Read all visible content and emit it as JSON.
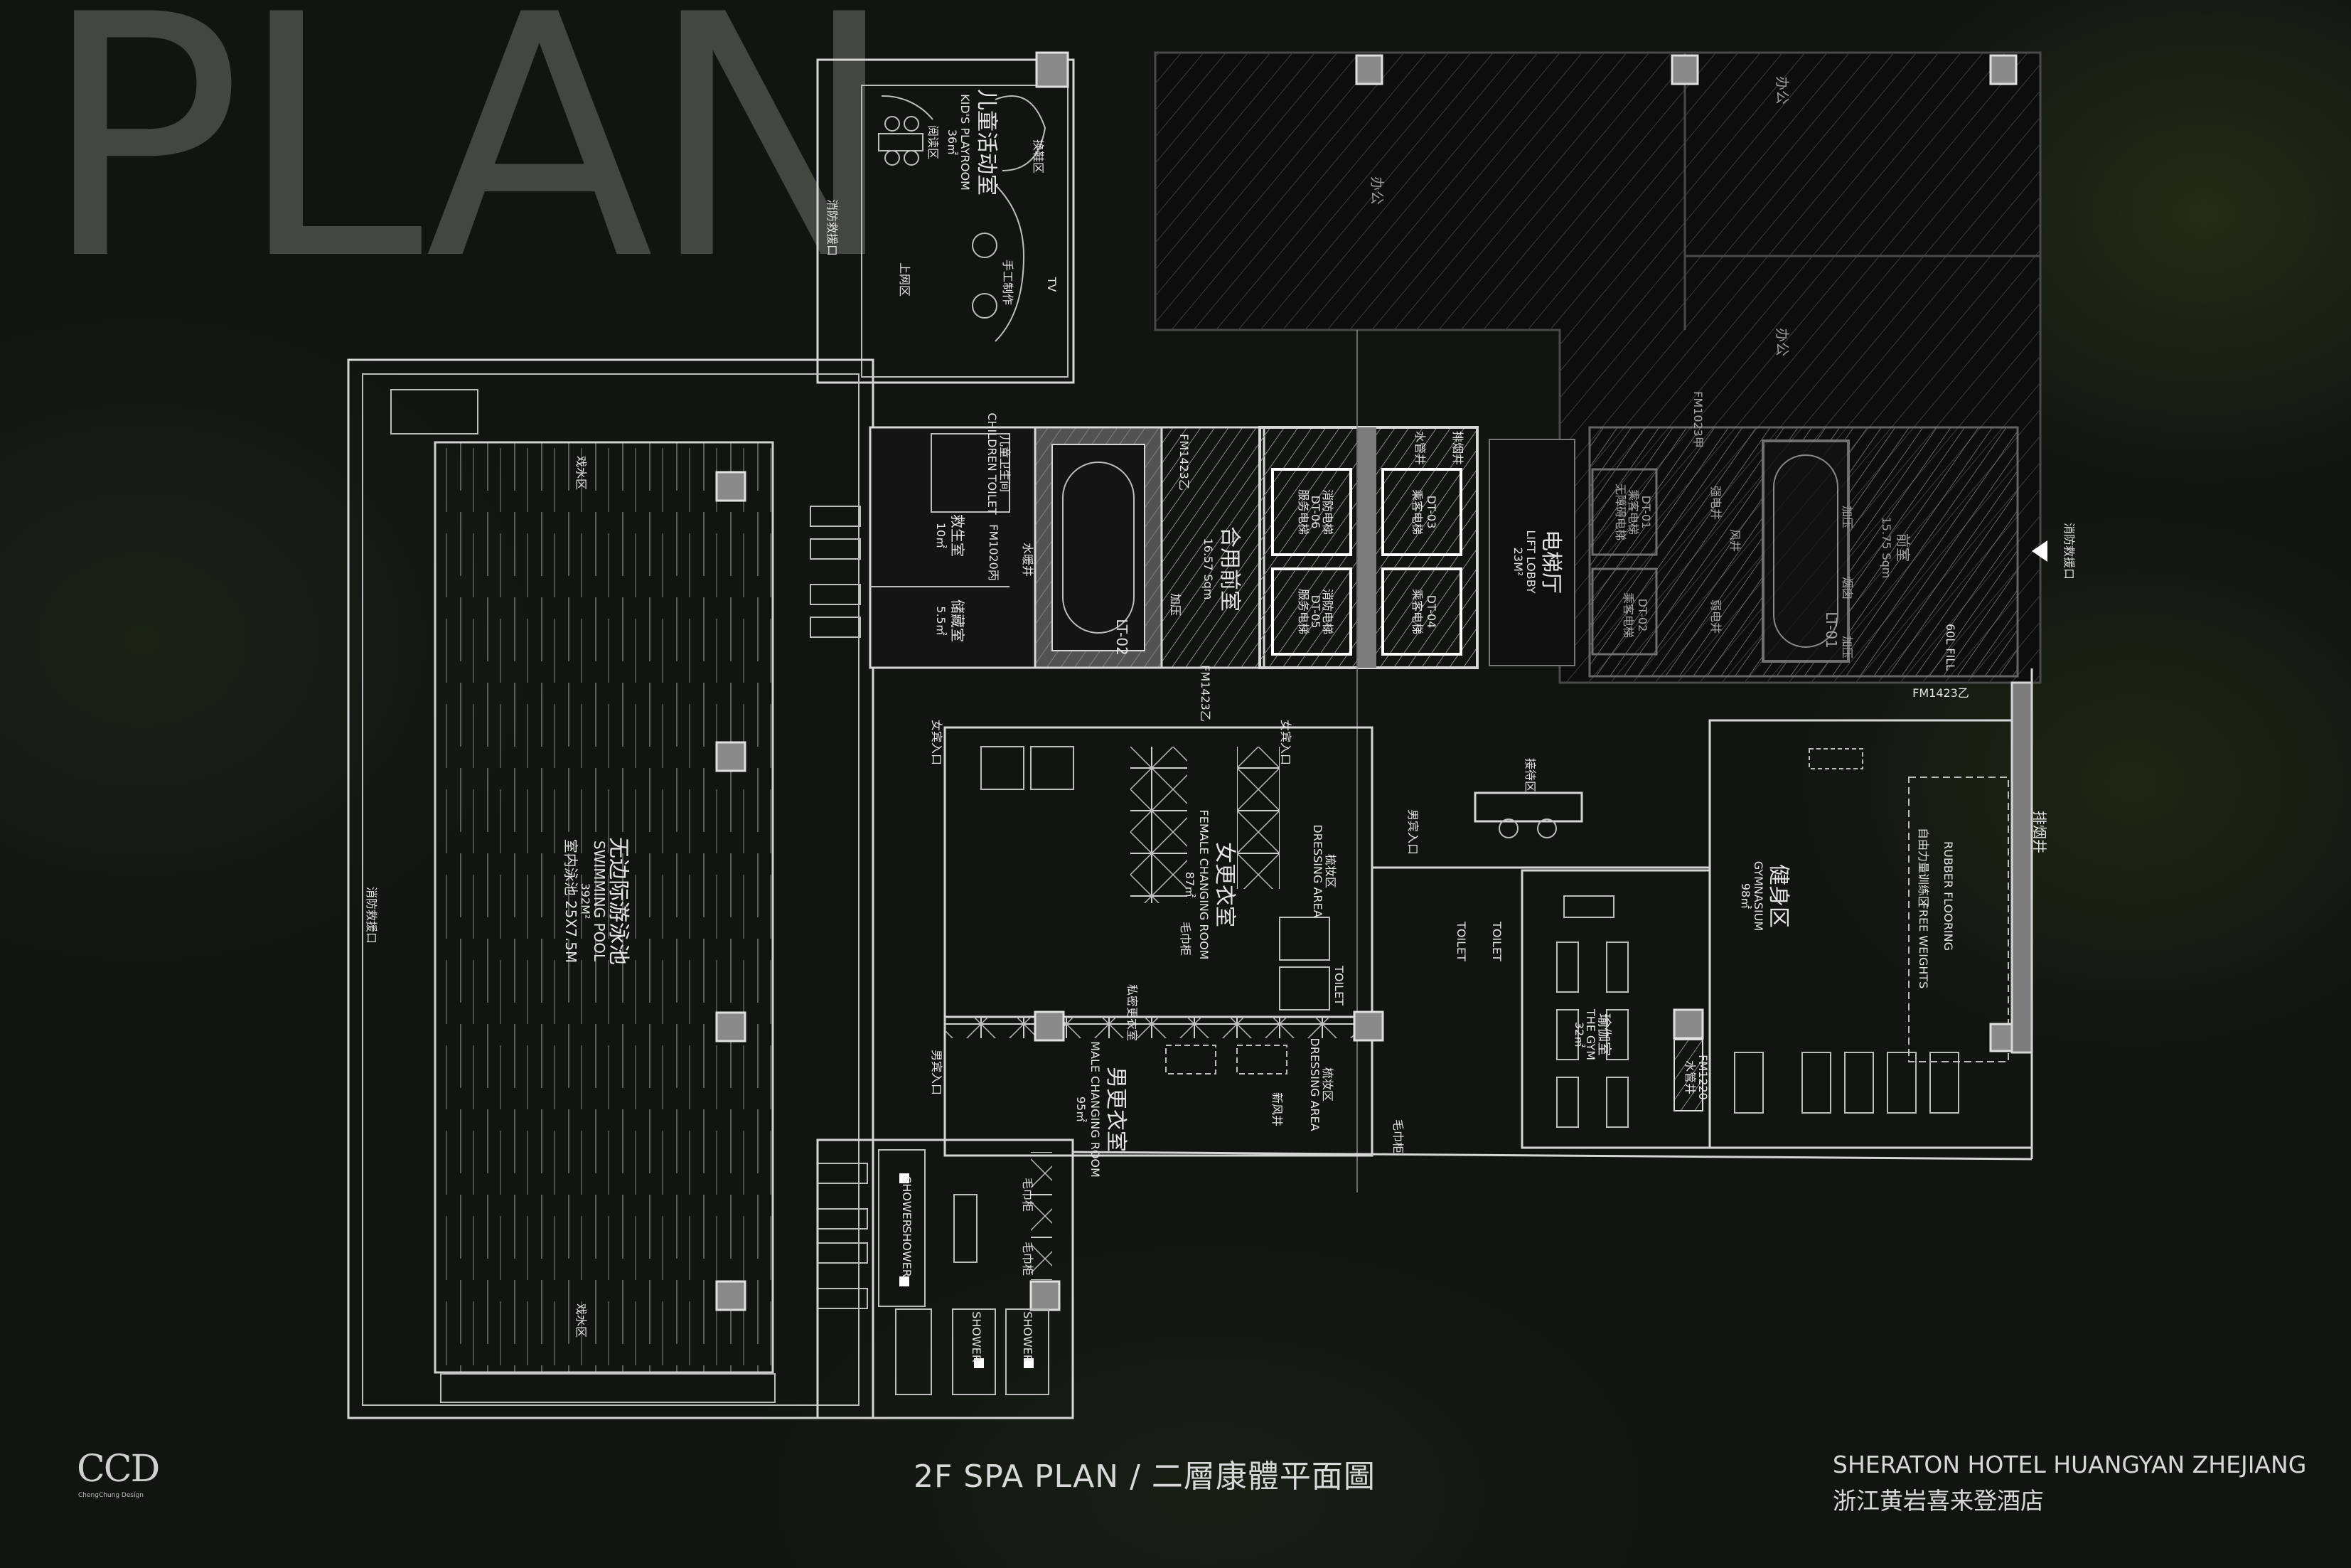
{
  "header": {
    "title": "PLAN"
  },
  "footer": {
    "plan_title": "2F SPA PLAN / 二層康體平面圖",
    "project_en": "SHERATON HOTEL HUANGYAN ZHEJIANG",
    "project_cn": "浙江黄岩喜来登酒店",
    "logo": "CCD",
    "logo_sub": "ChengChung Design"
  },
  "rooms": {
    "kids": {
      "cn": "儿童活动室",
      "en": "KID'S PLAYROOM",
      "area": "36㎡",
      "reading": "阅读区",
      "shoes": "换鞋区",
      "internet": "上网区",
      "craft": "手工制作",
      "tv": "TV"
    },
    "fire_rescue": "消防救援口",
    "pool": {
      "cn": "无边际游泳池",
      "en": "SWIMMING POOL",
      "area": "392M²",
      "size": "室内泳池 25X7.5M",
      "splash": "戏水区"
    },
    "lifeguard": {
      "cn": "救生室",
      "area": "10㎡",
      "door": "FM1020丙",
      "shaft": "水暖井"
    },
    "child_toilet": {
      "cn": "儿童卫生间",
      "en": "CHILDREN TOILET"
    },
    "storage": {
      "cn": "储藏室",
      "area": "5.5㎡"
    },
    "shared_lobby": {
      "cn": "合用前室",
      "area": "16.57 Sqm",
      "pressure": "加压",
      "door": "FM1423乙"
    },
    "stair_2": "LT-02",
    "stair_1": "LT-01",
    "lifts": {
      "fire_cn": "消防电梯",
      "service_cn": "服务电梯",
      "passenger_cn": "乘客电梯",
      "accessible_cn": "无障碍电梯",
      "dt06": "DT-06",
      "dt05": "DT-05",
      "dt03": "DT-03",
      "dt04": "DT-04",
      "dt01": "DT-01",
      "dt02": "DT-02",
      "smoke": "排烟井",
      "water": "水管井"
    },
    "lift_lobby": {
      "cn": "电梯厅",
      "en": "LIFT LOBBY",
      "area": "23M²"
    },
    "offices": "办公",
    "front_room": {
      "cn": "前室",
      "area": "15.75 Sqm",
      "pressure": "加压",
      "flue": "烟囱",
      "strong": "强电井",
      "weak": "弱电井",
      "wind": "风井",
      "door1": "FM1023甲",
      "door2": "FM1423乙",
      "fill": "60L FILL"
    },
    "female": {
      "cn": "女更衣室",
      "en": "FEMALE CHANGING ROOM",
      "area": "87㎡",
      "entry": "女宾入口"
    },
    "male": {
      "cn": "男更衣室",
      "en": "MALE CHANGING ROOM",
      "area": "95㎡",
      "entry": "男宾入口"
    },
    "dressing": {
      "cn": "梳妆区",
      "en": "DRESSING AREA"
    },
    "towel": "毛巾柜",
    "toilet": "TOILET",
    "shower": "SHOWER",
    "private_changing": "私密更衣室",
    "fresh_air": "新风井",
    "reception": "接待区",
    "gym": {
      "cn": "健身区",
      "en": "GYMNASIUM",
      "area": "98㎡",
      "free_cn": "自由力量训练区",
      "free_en": "FREE WEIGHTS",
      "rubber": "RUBBER FLOORING"
    },
    "yoga": {
      "cn": "瑜伽室",
      "en": "THE GYM",
      "area": "32㎡",
      "door": "FM1220"
    }
  }
}
